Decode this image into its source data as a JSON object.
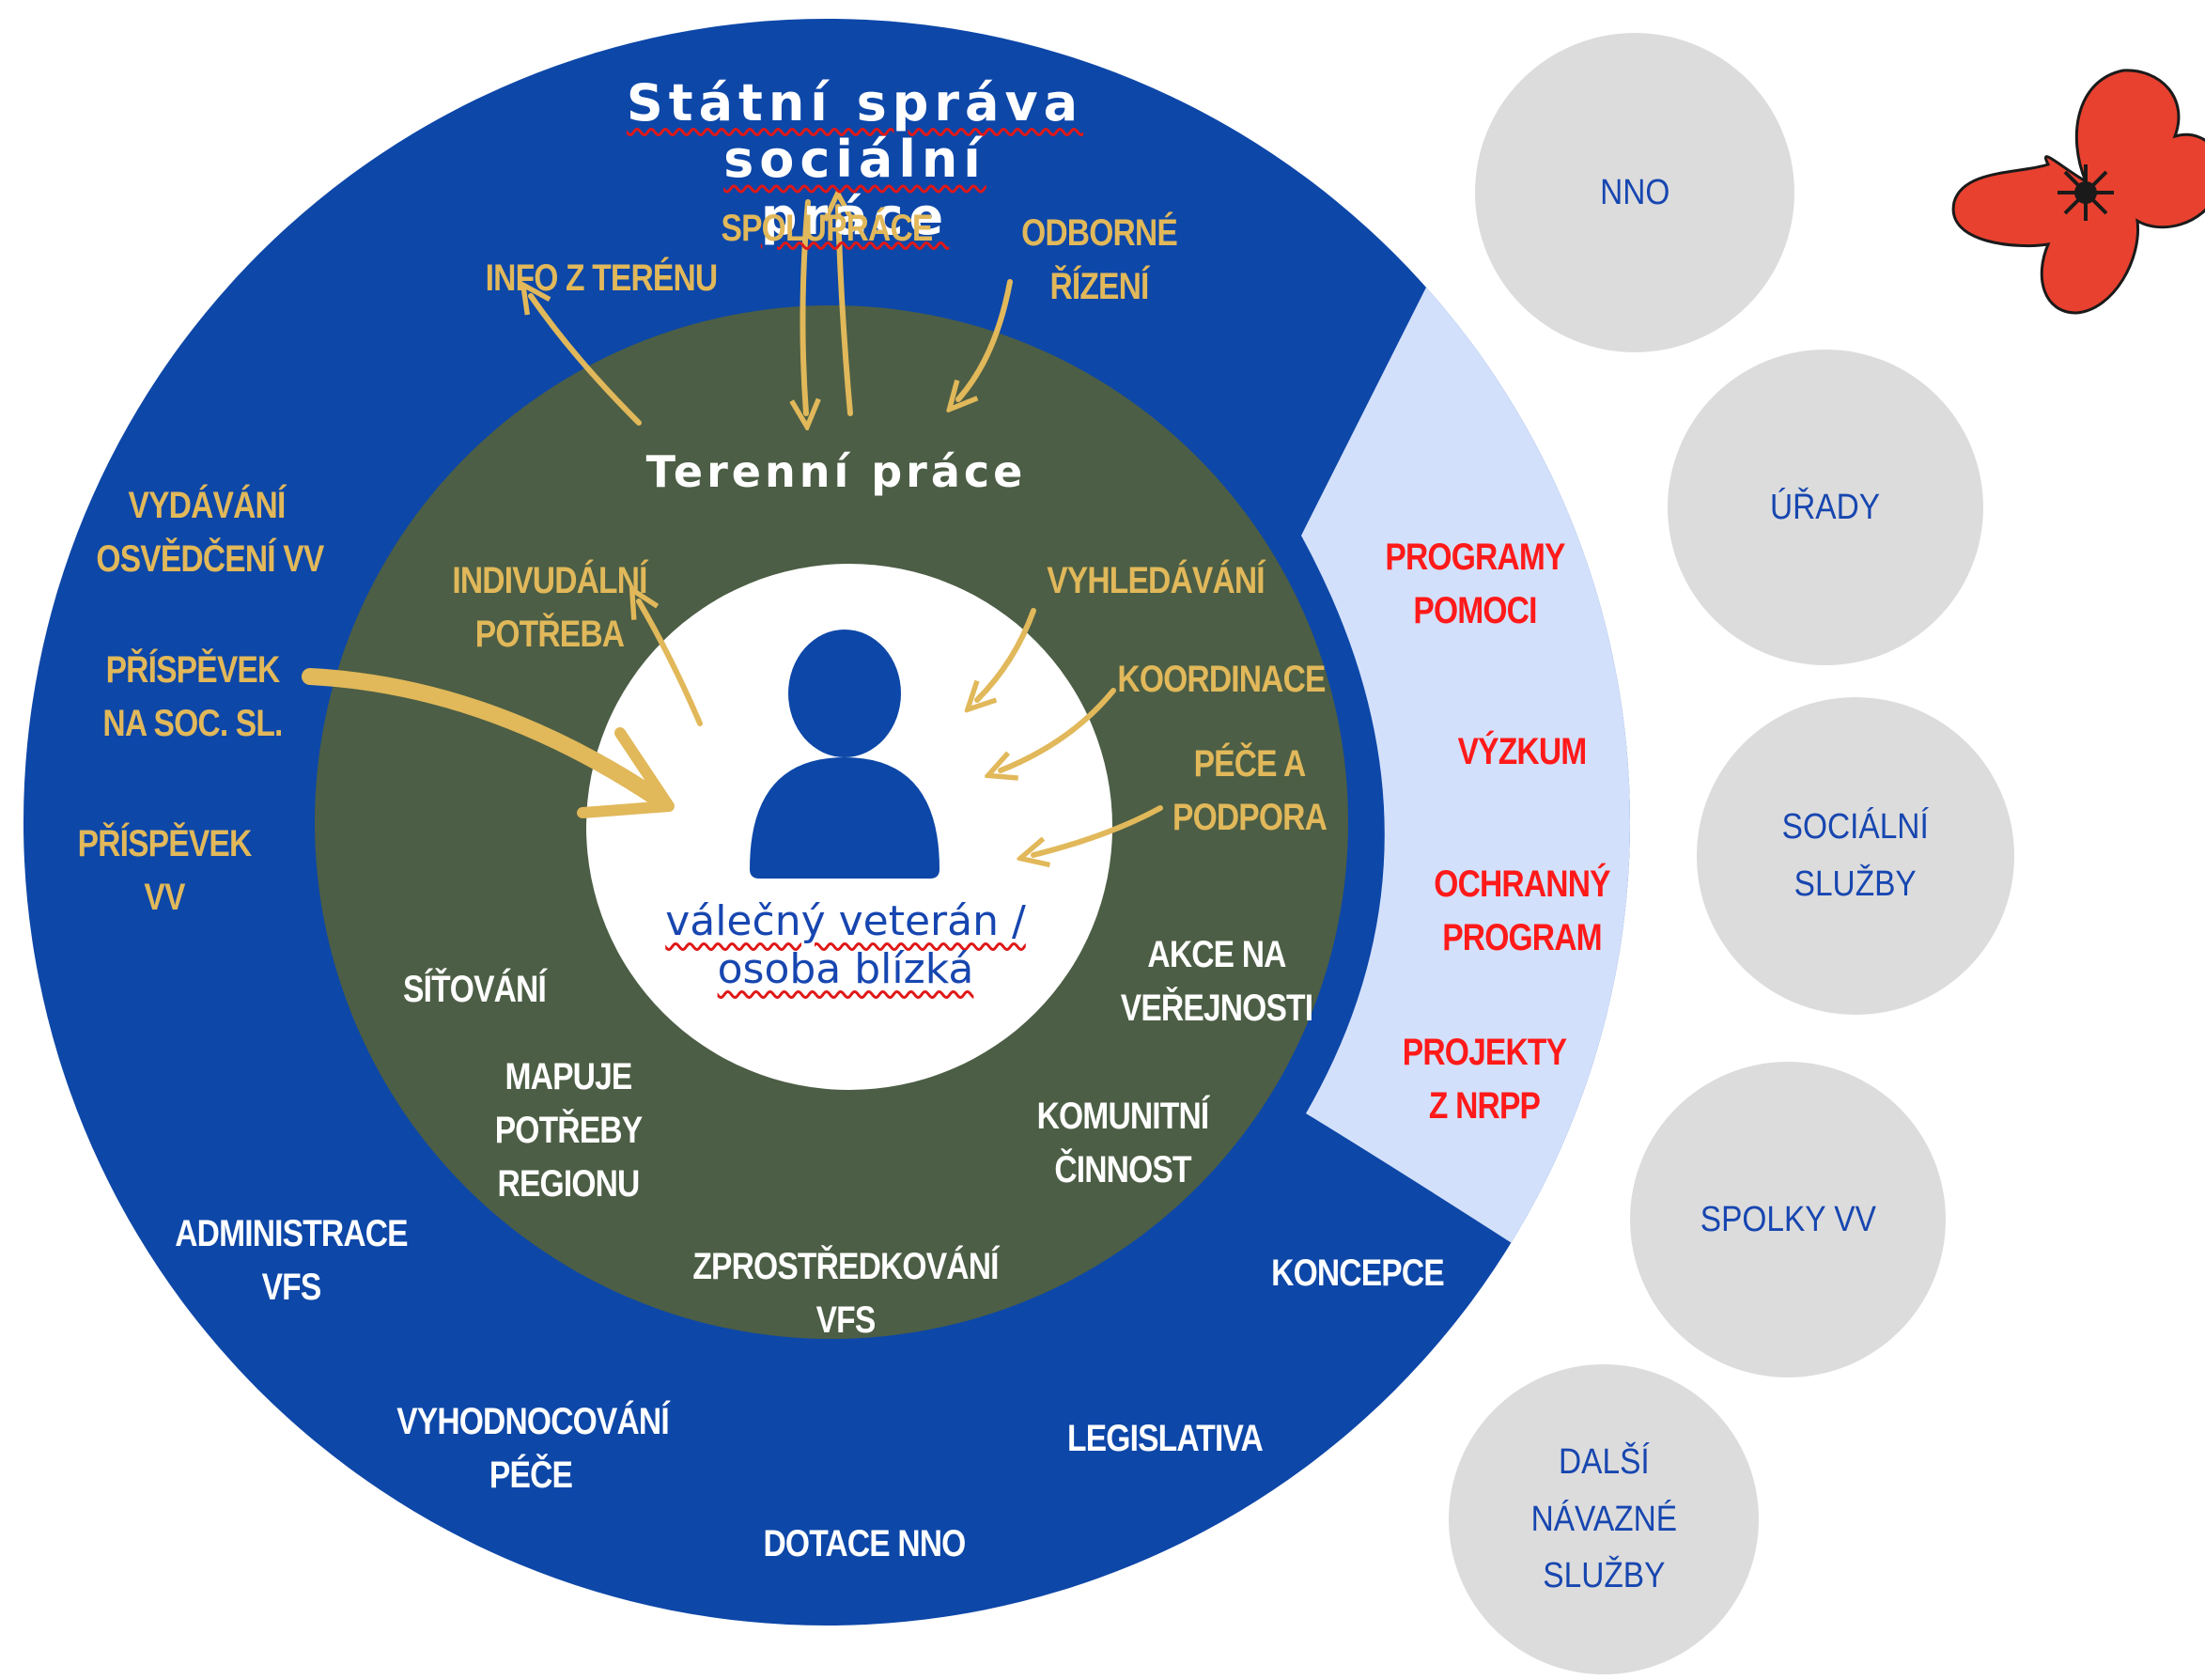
{
  "title_lines": [
    "Státní správa",
    "sociální",
    "práce"
  ],
  "spoluprace": "SPOLUPRÁCE",
  "top_labels": {
    "info": "INFO Z TERÉNU",
    "odborne_1": "ODBORNÉ",
    "odborne_2": "ŘÍZENÍ"
  },
  "terenni_prace": "Terenní práce",
  "center": {
    "line1": "válečný veterán /",
    "line2": "osoba blízká"
  },
  "left_outer": {
    "vydavani_1": "VYDÁVÁNÍ",
    "vydavani_2": "OSVĚDČENÍ VV",
    "prispevek_soc_1": "PŘÍSPĚVEK",
    "prispevek_soc_2": "NA SOC. SL.",
    "prispevek_vv_1": "PŘÍSPĚVEK",
    "prispevek_vv_2": "VV"
  },
  "inner_gold": {
    "individualni_1": "INDIVUDÁLNÍ",
    "individualni_2": "POTŘEBA",
    "vyhledavani": "VYHLEDÁVÁNÍ",
    "koordinace": "KOORDINACE",
    "pece_1": "PÉČE A",
    "pece_2": "PODPORA"
  },
  "inner_white": {
    "sitovani": "SÍŤOVÁNÍ",
    "mapuje_1": "MAPUJE",
    "mapuje_2": "POTŘEBY",
    "mapuje_3": "REGIONU",
    "akce_1": "AKCE NA",
    "akce_2": "VEŘEJNOSTI",
    "komunitni_1": "KOMUNITNÍ",
    "komunitni_2": "ČINNOST",
    "zprostredkovani_1": "ZPROSTŘEDKOVÁNÍ",
    "zprostredkovani_2": "VFS"
  },
  "outer_white": {
    "administrace_1": "ADMINISTRACE",
    "administrace_2": "VFS",
    "koncepce": "KONCEPCE",
    "vyhodnocovani_1": "VYHODNOCOVÁNÍ",
    "vyhodnocovani_2": "PÉČE",
    "legislativa": "LEGISLATIVA",
    "dotace": "DOTACE NNO"
  },
  "light_band": {
    "programy_1": "PROGRAMY",
    "programy_2": "POMOCI",
    "vyzkum": "VÝZKUM",
    "ochranny_1": "OCHRANNÝ",
    "ochranny_2": "PROGRAM",
    "projekty_1": "PROJEKTY",
    "projekty_2": "Z NRPP"
  },
  "partners": {
    "nno": "NNO",
    "urady": "ÚŘADY",
    "socialni_1": "SOCIÁLNÍ",
    "socialni_2": "SLUŽBY",
    "spolky": "SPOLKY VV",
    "dalsi_1": "DALŠÍ",
    "dalsi_2": "NÁVAZNÉ",
    "dalsi_3": "SLUŽBY"
  },
  "colors": {
    "outer_blue": "#0d47a8",
    "inner_green": "#4c5e45",
    "light_band": "#d3e0fb",
    "gold": "#e1b85a",
    "red_text": "#ff1a1a",
    "bubble_grey": "#dcdcdc",
    "poppy_red": "#e8412f"
  },
  "icons": [
    "person-icon",
    "poppy-flower-icon"
  ]
}
